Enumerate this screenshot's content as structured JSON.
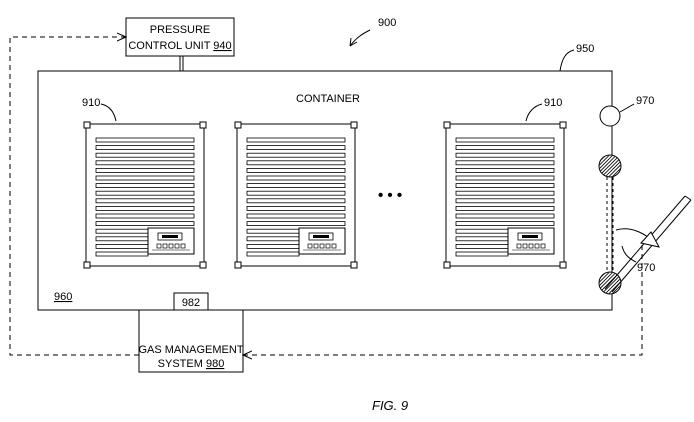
{
  "figure": {
    "ref_main": "900",
    "caption": "FIG. 9"
  },
  "pressure_unit": {
    "line1": "PRESSURE",
    "line2_text": "CONTROL UNIT ",
    "ref": "940"
  },
  "container": {
    "label": "CONTAINER",
    "ref": "950",
    "interior_ref": "960"
  },
  "servers": {
    "ref_left": "910",
    "ref_right": "910",
    "ellipsis": "• • •"
  },
  "sensors": {
    "ref_top": "970",
    "ref_door": "970"
  },
  "gas_system": {
    "line1": "GAS MANAGEMENT",
    "line2_text": "SYSTEM ",
    "ref": "980",
    "port_ref": "982"
  }
}
